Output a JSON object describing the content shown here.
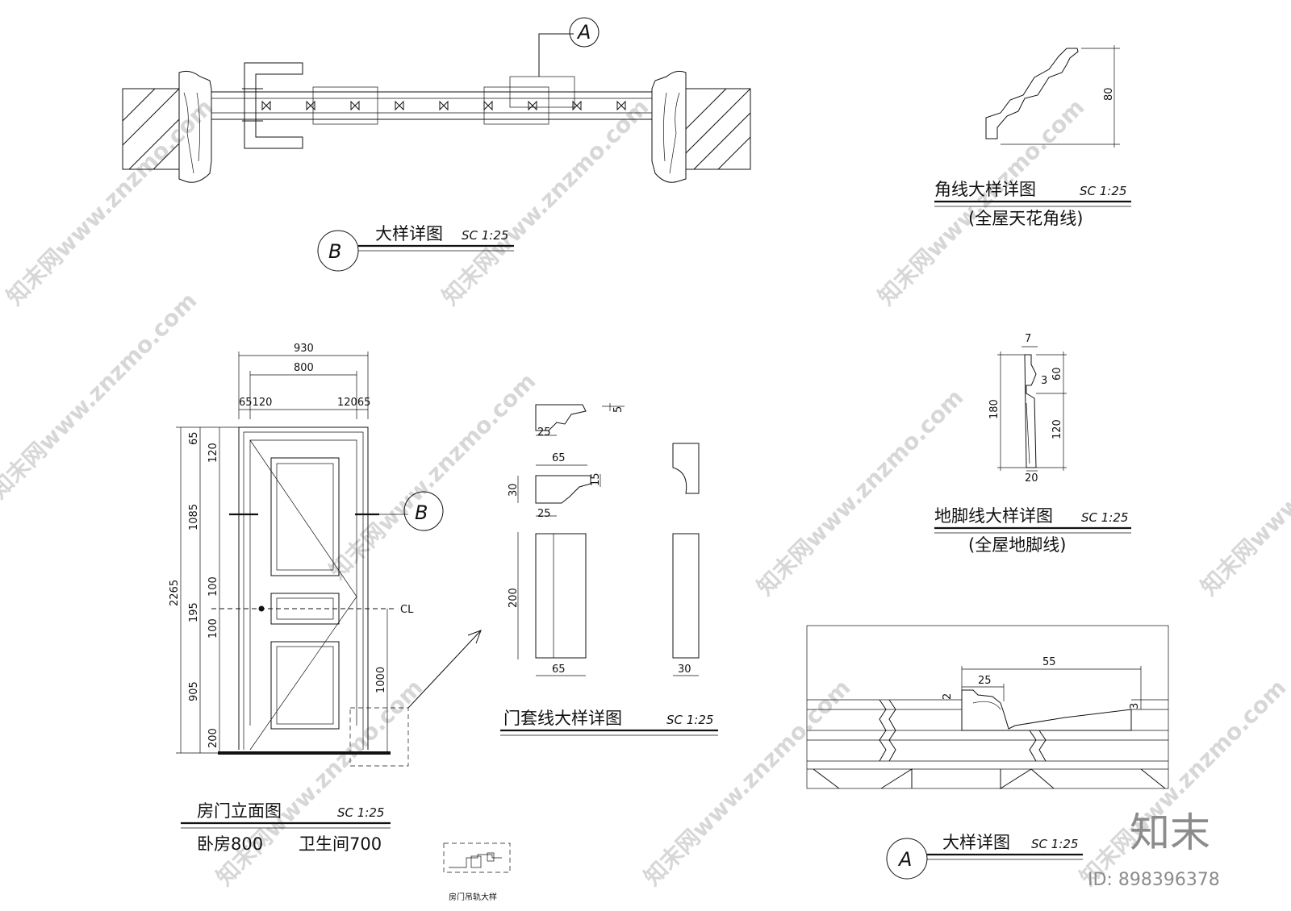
{
  "titles": {
    "detail_b": {
      "label": "大样详图",
      "scale": "SC 1:25",
      "marker": "B"
    },
    "cornice": {
      "label": "角线大样详图",
      "scale": "SC 1:25",
      "note": "(全屋天花角线)"
    },
    "skirting": {
      "label": "地脚线大样详图",
      "scale": "SC 1:25",
      "note": "(全屋地脚线)"
    },
    "door_elevation": {
      "label": "房门立面图",
      "scale": "SC 1:25",
      "note_bedroom": "卧房800",
      "note_bathroom": "卫生间700"
    },
    "casing": {
      "label": "门套线大样详图",
      "scale": "SC 1:25"
    },
    "detail_a": {
      "label": "大样详图",
      "scale": "SC 1:25",
      "marker": "A"
    },
    "track": {
      "label": "房门吊轨大样"
    }
  },
  "markers": {
    "a_top": "A",
    "b_door": "B"
  },
  "dims": {
    "door": {
      "total_width": "930",
      "leaf_width": "800",
      "left_parts": [
        "65",
        "120"
      ],
      "right_parts": [
        "120",
        "65"
      ],
      "left_joined": "65120",
      "right_joined": "12065",
      "total_height": "2265",
      "vertical_parts": [
        "65",
        "120",
        "1085",
        "100",
        "195",
        "100",
        "905",
        "200"
      ],
      "handle_height": "1000",
      "centerline": "CL"
    },
    "cornice": {
      "height": "80"
    },
    "skirting": {
      "top": "7",
      "total": "180",
      "upper": "60",
      "lower": "120",
      "gap": "3",
      "thickness": "20"
    },
    "casing": {
      "top_cap": "25",
      "top_right": "5",
      "width_65": "65",
      "height_30": "30",
      "small_15": "15",
      "bottom_25": "25",
      "length_200": "200",
      "bottom_65": "65",
      "side_30": "30"
    },
    "detail_a": {
      "span": "55",
      "width": "25",
      "left": "2",
      "right": "3"
    }
  },
  "watermark": {
    "text": "知末网www.znzmo.com"
  },
  "logo": {
    "text": "知末",
    "id": "ID: 898396378"
  }
}
